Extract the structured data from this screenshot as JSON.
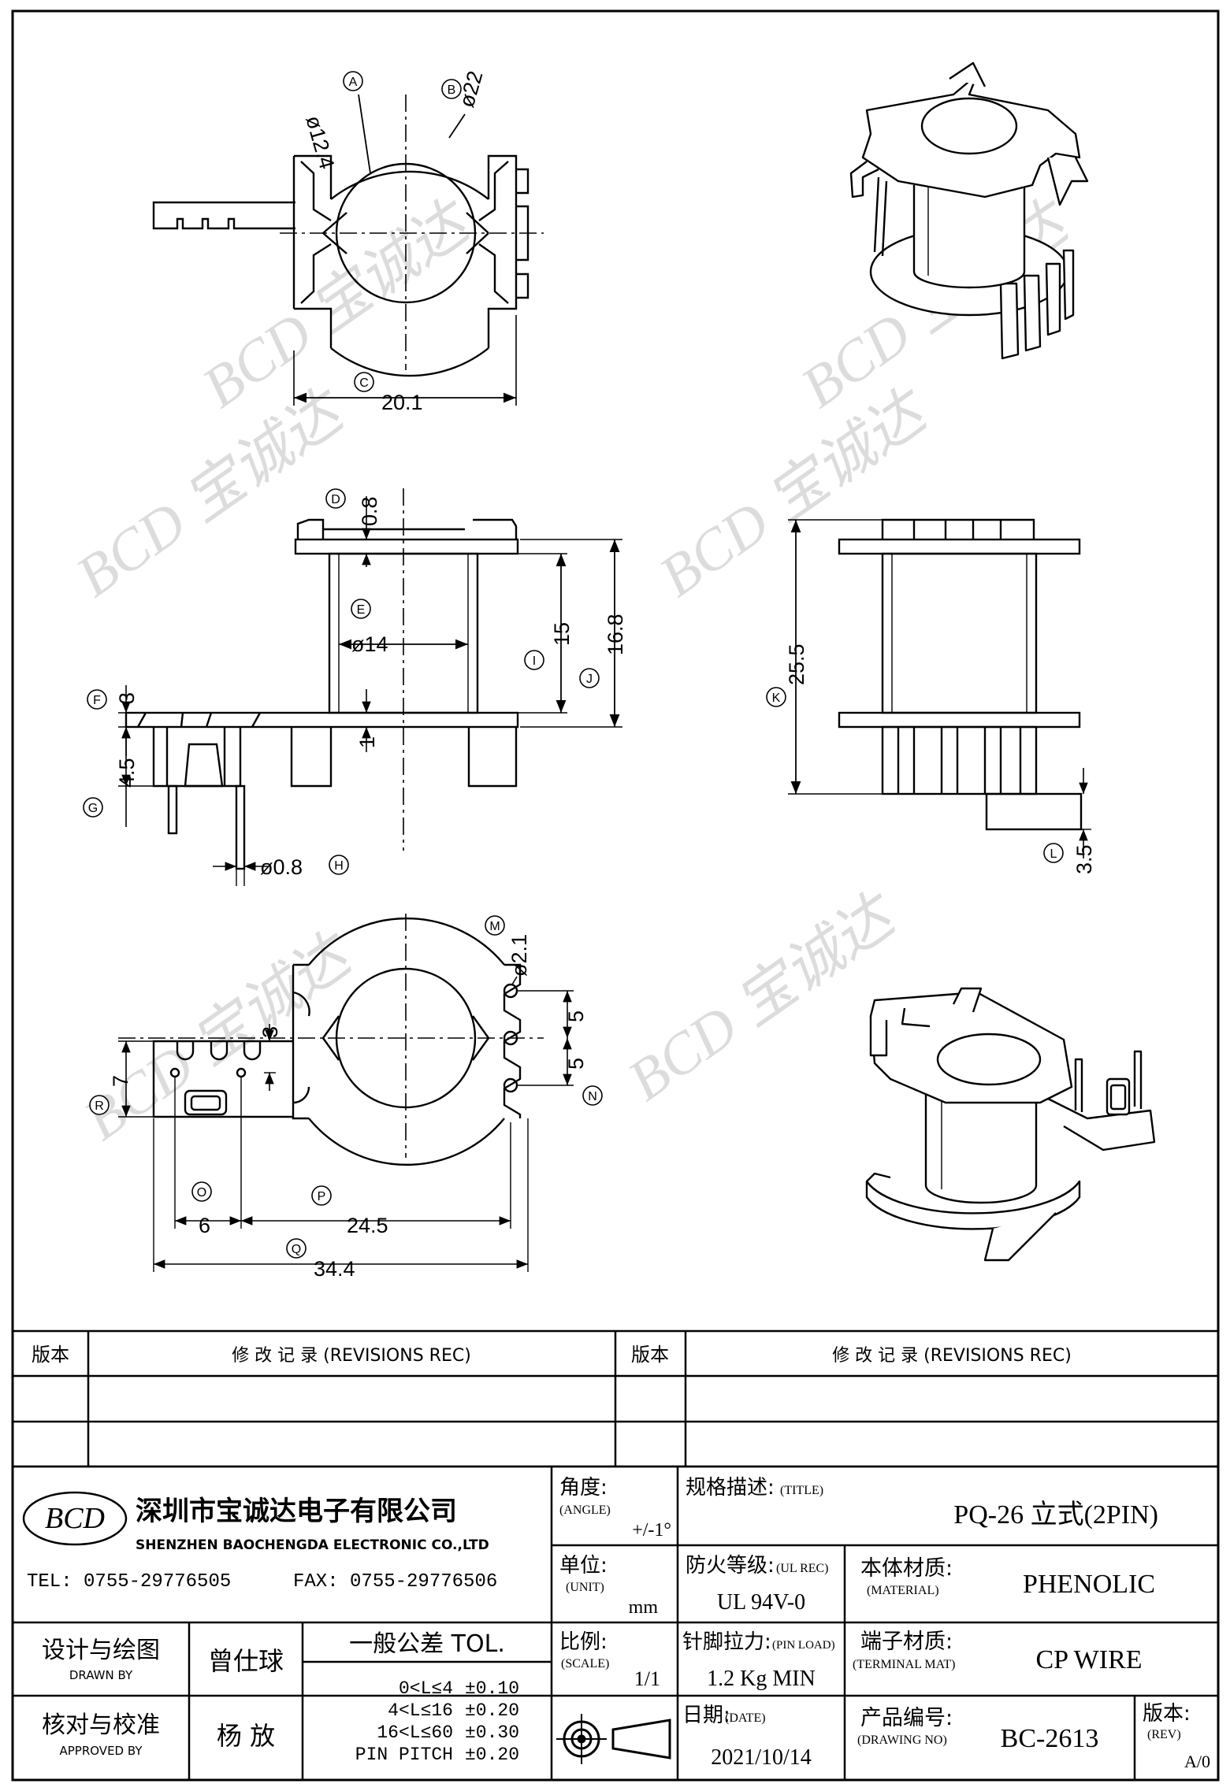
{
  "views": {
    "top": {
      "callouts": [
        "A",
        "B",
        "C"
      ],
      "dims": {
        "d_inner": "ø12.4",
        "d_outer": "ø22",
        "width": "20.1"
      }
    },
    "front": {
      "callouts": [
        "D",
        "E",
        "F",
        "G",
        "H",
        "I",
        "J"
      ],
      "dims": {
        "flange": "0.8",
        "core": "ø14",
        "f3": "3",
        "g45": "4.5",
        "h08": "ø0.8",
        "i15": "15",
        "j168": "16.8",
        "base": "1"
      }
    },
    "side": {
      "callouts": [
        "K",
        "L"
      ],
      "dims": {
        "k255": "25.5",
        "l35": "3.5"
      }
    },
    "bottom": {
      "callouts": [
        "M",
        "N",
        "O",
        "P",
        "Q",
        "R"
      ],
      "dims": {
        "m21": "ø2.1",
        "n5a": "5",
        "n5b": "5",
        "b3": "3",
        "r7": "7",
        "o6": "6",
        "p245": "24.5",
        "q344": "34.4"
      }
    }
  },
  "watermark": "BCD 宝诚达",
  "revisions": {
    "col_version": "版本",
    "col_record": "修 改 记 录  (REVISIONS REC)"
  },
  "company": {
    "logo": "BCD",
    "name_cn": "深圳市宝诚达电子有限公司",
    "name_en": "SHENZHEN BAOCHENGDA ELECTRONIC CO.,LTD",
    "tel": "TEL: 0755-29776505",
    "fax": "FAX: 0755-29776506"
  },
  "title_block": {
    "angle_label": "角度:",
    "angle_en": "(ANGLE)",
    "angle_value": "+/-1°",
    "spec_label": "规格描述:",
    "spec_en": "(TITLE)",
    "spec_value": "PQ-26 立式(2PIN)",
    "unit_label": "单位:",
    "unit_en": "(UNIT)",
    "unit_value": "mm",
    "ul_label": "防火等级:",
    "ul_en": "(UL REC)",
    "ul_value": "UL 94V-0",
    "material_label": "本体材质:",
    "material_en": "(MATERIAL)",
    "material_value": "PHENOLIC",
    "scale_label": "比例:",
    "scale_en": "(SCALE)",
    "scale_value": "1/1",
    "pinload_label": "针脚拉力:",
    "pinload_en": "(PIN LOAD)",
    "pinload_value": "1.2 Kg MIN",
    "terminal_label": "端子材质:",
    "terminal_en": "(TERMINAL MAT)",
    "terminal_value": "CP WIRE",
    "date_label": "日期:",
    "date_en": "(DATE)",
    "date_value": "2021/10/14",
    "drawing_label": "产品编号:",
    "drawing_en": "(DRAWING NO)",
    "drawing_value": "BC-2613",
    "rev_label": "版本:",
    "rev_en": "(REV)",
    "rev_value": "A/0",
    "drawn_label": "设计与绘图",
    "drawn_en": "DRAWN BY",
    "drawn_value": "曾仕球",
    "approved_label": "核对与校准",
    "approved_en": "APPROVED BY",
    "approved_value": "杨  放",
    "tol_title": "一般公差 TOL.",
    "tol_rows": [
      {
        "range": "0<L≤4",
        "value": "±0.10"
      },
      {
        "range": "4<L≤16",
        "value": "±0.20"
      },
      {
        "range": "16<L≤60",
        "value": "±0.30"
      },
      {
        "range": "PIN PITCH",
        "value": "±0.20"
      }
    ]
  }
}
